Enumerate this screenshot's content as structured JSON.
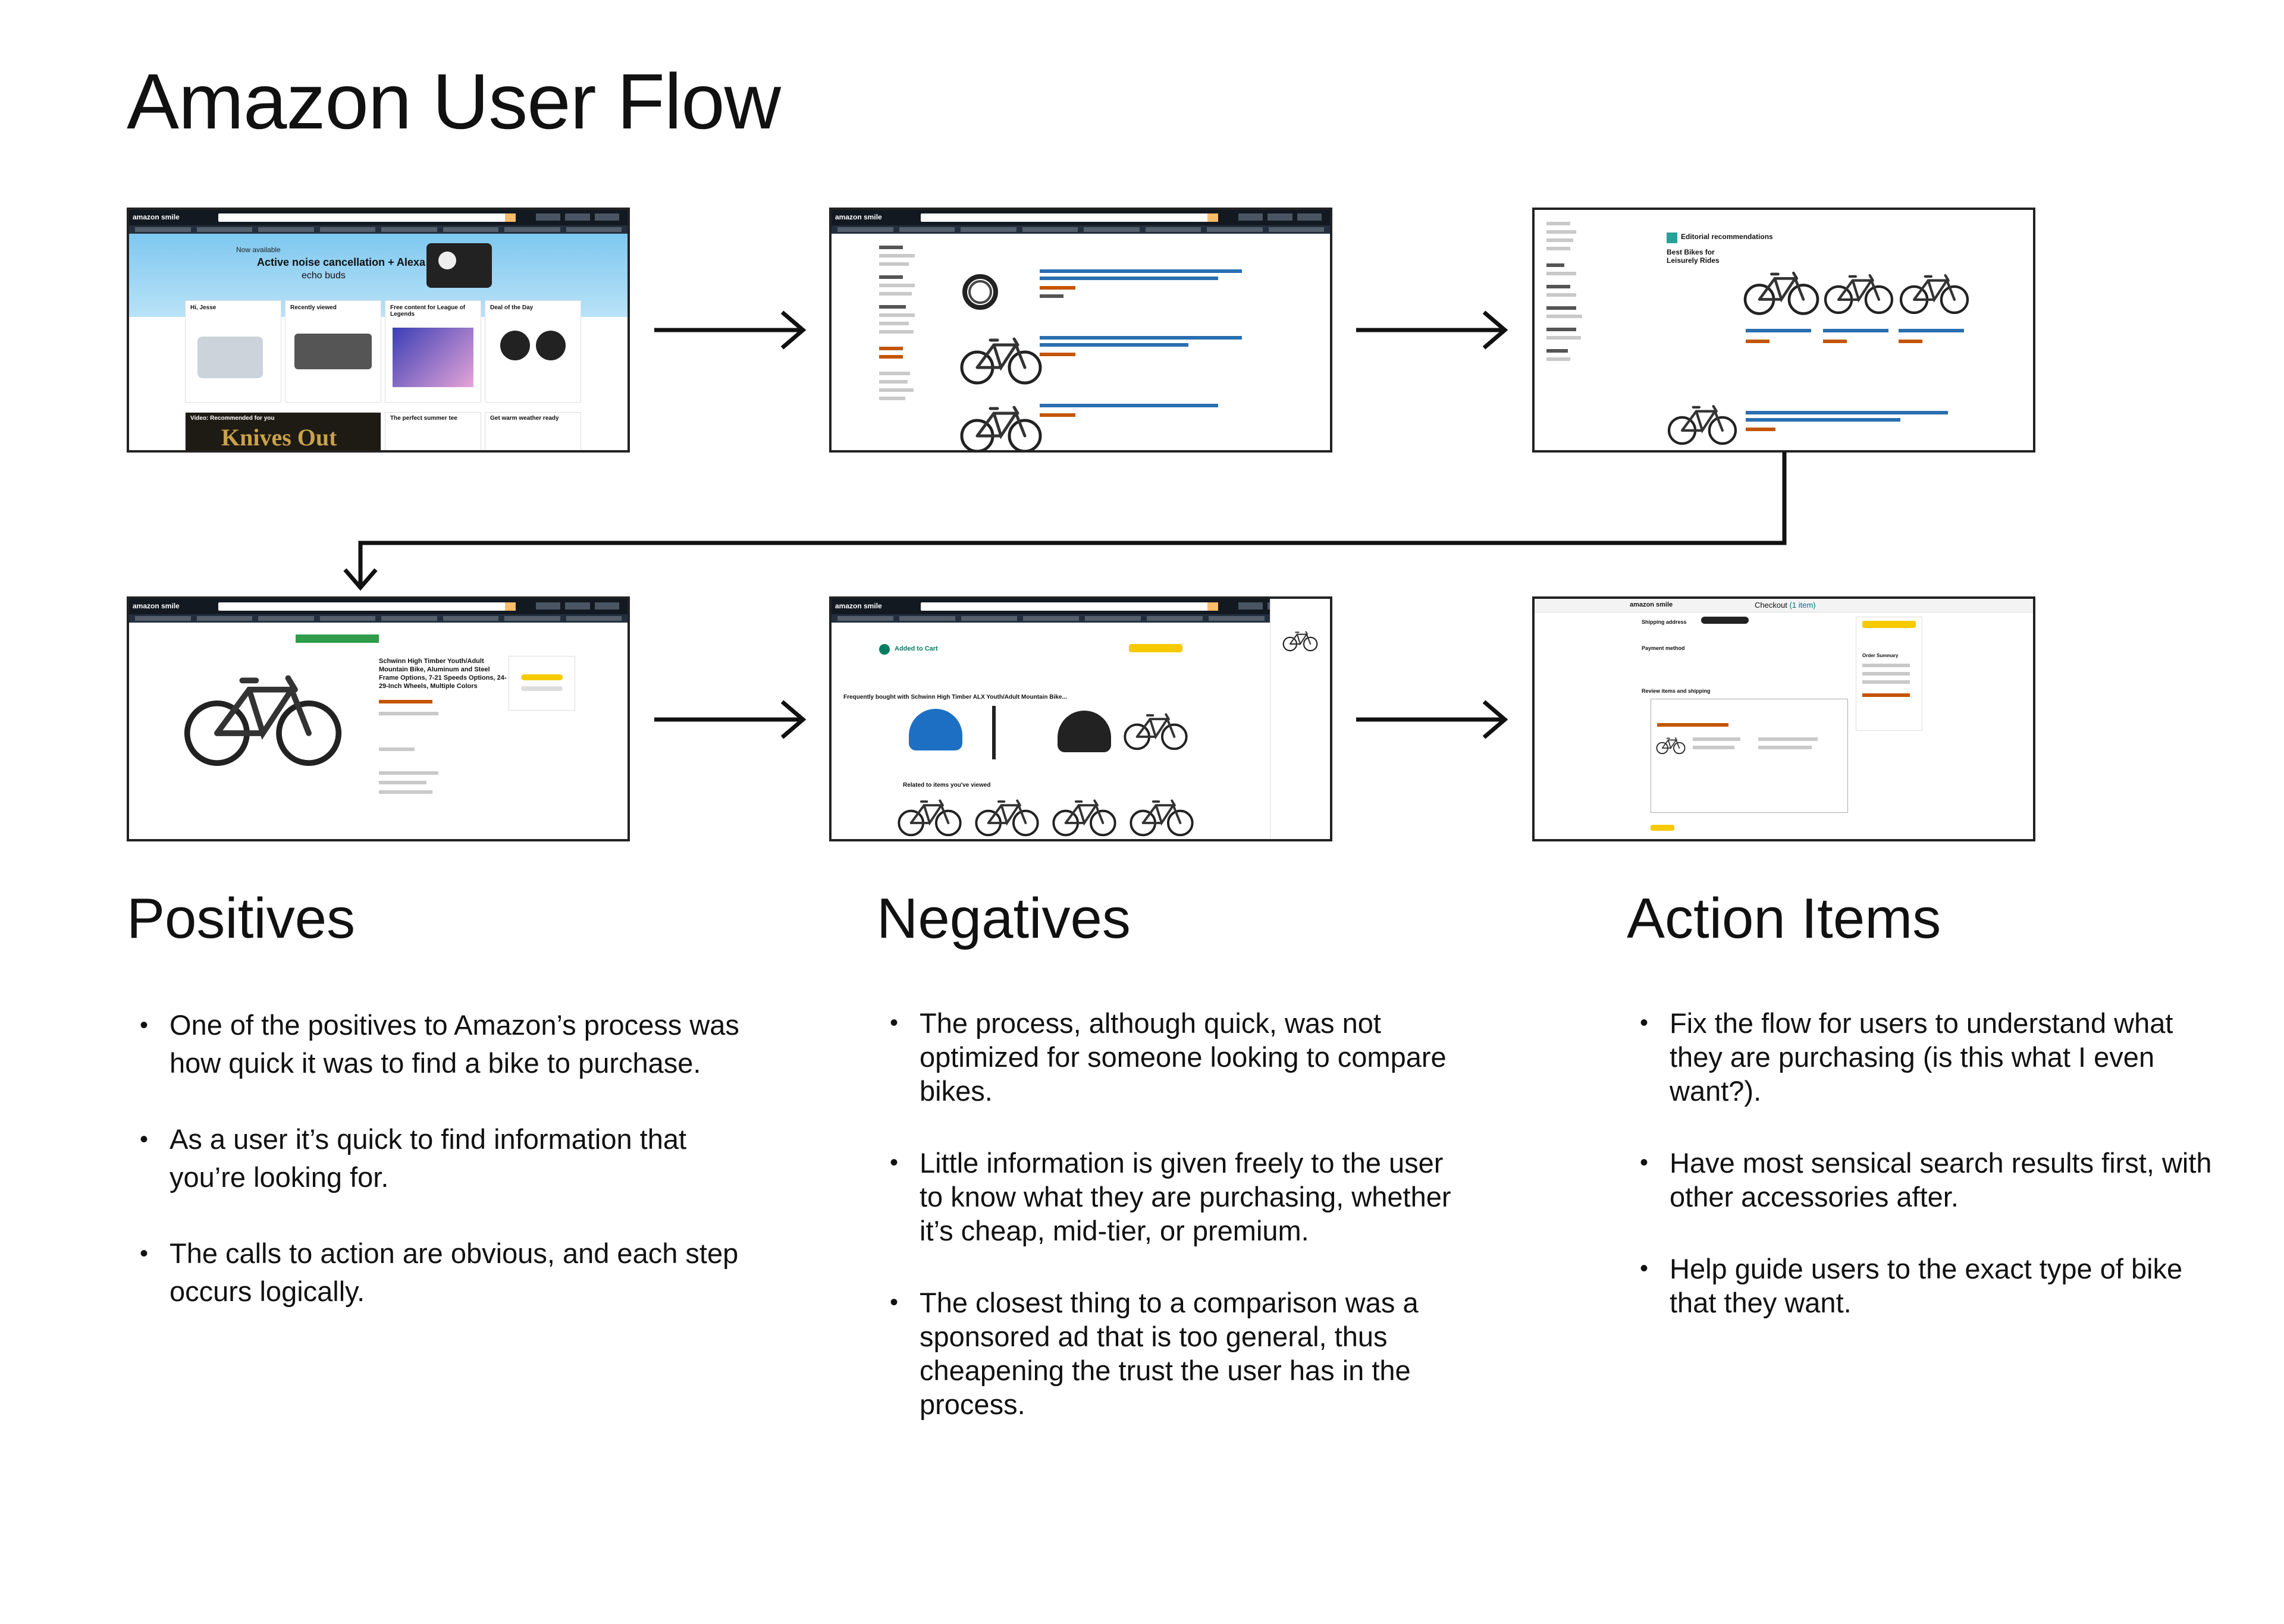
{
  "title": "Amazon User Flow",
  "screens": [
    {
      "name": "homepage",
      "logo": "amazon smile",
      "hero_line1": "Now available",
      "hero_line2": "Active noise cancellation + Alexa",
      "hero_line3": "echo buds",
      "card_titles": [
        "Hi, Jesse",
        "Recently viewed",
        "Free content for League of Legends",
        "Deal of the Day"
      ],
      "bottom_titles": [
        "Video: Recommended for you",
        "The perfect summer tee",
        "Get warm weather ready"
      ],
      "banner": "Knives Out"
    },
    {
      "name": "search-results",
      "logo": "amazon smile"
    },
    {
      "name": "editorial-recommendations",
      "heading": "Editorial recommendations",
      "subheading": "Best Bikes for Leisurely Rides"
    },
    {
      "name": "product-page",
      "logo": "amazon smile",
      "product_title": "Schwinn High Timber Youth/Adult Mountain Bike, Aluminum and Steel Frame Options, 7-21 Speeds Options, 24-29-Inch Wheels, Multiple Colors"
    },
    {
      "name": "added-to-cart",
      "logo": "amazon smile",
      "cart_label": "Added to Cart",
      "fbt_label": "Frequently bought with Schwinn High Timber ALX Youth/Adult Mountain Bike...",
      "related_label": "Related to items you've viewed"
    },
    {
      "name": "checkout",
      "logo": "amazon smile",
      "heading": "Checkout",
      "items_count": "(1 item)",
      "steps": [
        "Shipping address",
        "Payment method",
        "Review items and shipping"
      ],
      "order_summary": "Order Summary"
    }
  ],
  "positives": {
    "heading": "Positives",
    "items": [
      "One of the positives to Amazon’s process was how quick it was to find a bike to purchase.",
      "As a user it’s quick to find information that you’re looking for.",
      "The calls to action are obvious, and each step occurs logically."
    ]
  },
  "negatives": {
    "heading": "Negatives",
    "items": [
      "The process, although quick, was not optimized for someone looking to compare bikes.",
      "Little information is given freely to the user to know what they are purchasing, whether it’s cheap, mid-tier, or premium.",
      "The closest thing to a comparison was a sponsored ad that is too general, thus cheapening the trust the user has in the process."
    ]
  },
  "action_items": {
    "heading": "Action Items",
    "items": [
      "Fix the flow for users to understand what they are purchasing (is this what I even want?).",
      "Have most sensical search results first, with other accessories after.",
      "Help guide users to the exact type of bike that they want."
    ]
  },
  "colors": {
    "nav": "#131921",
    "subnav": "#232f3e",
    "accent": "#febd69",
    "arrow": "#111111"
  }
}
